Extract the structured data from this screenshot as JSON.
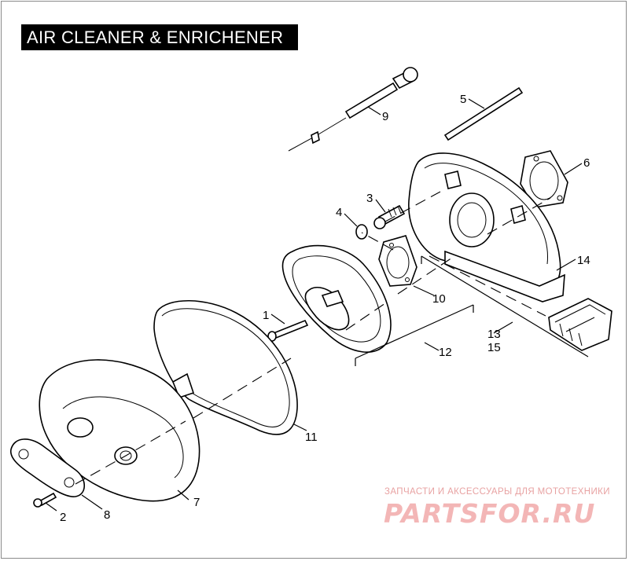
{
  "title": "AIR CLEANER & ENRICHENER",
  "callouts": {
    "c1": "1",
    "c2": "2",
    "c3": "3",
    "c4": "4",
    "c5": "5",
    "c6": "6",
    "c7": "7",
    "c8": "8",
    "c9": "9",
    "c10": "10",
    "c11": "11",
    "c12": "12",
    "c13": "13",
    "c14": "14",
    "c15": "15"
  },
  "watermark": {
    "tagline": "ЗАПЧАСТИ И АКСЕССУАРЫ ДЛЯ МОТОТЕХНИКИ",
    "logo": "PARTSFOR.RU"
  },
  "colors": {
    "title_bg": "#000000",
    "title_fg": "#ffffff",
    "watermark": "#f3b6b6"
  }
}
